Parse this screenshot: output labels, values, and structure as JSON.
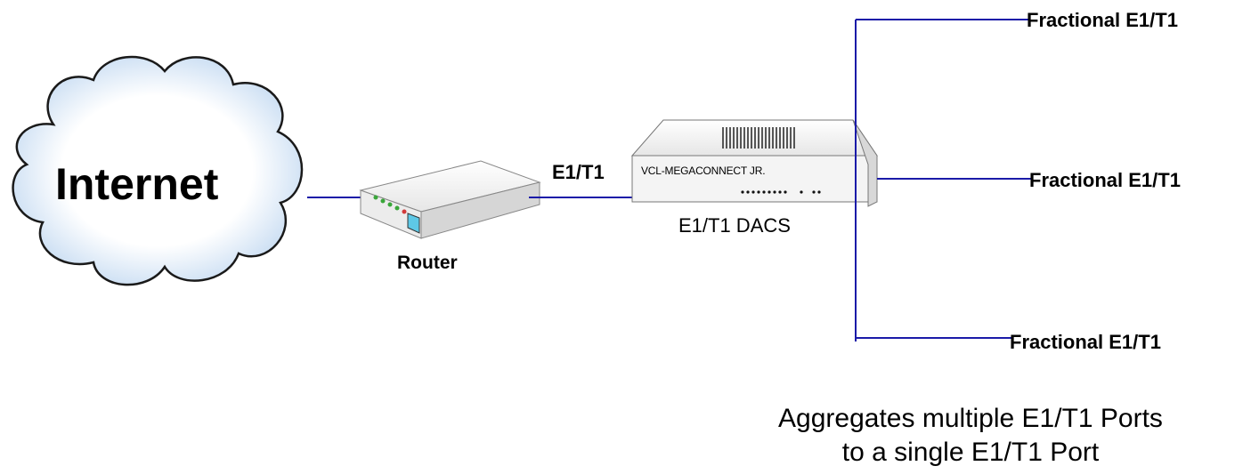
{
  "cloud": {
    "label": "Internet"
  },
  "router": {
    "label": "Router"
  },
  "uplink": {
    "label": "E1/T1"
  },
  "dacs": {
    "device_text": "VCL-MEGACONNECT JR.",
    "label": "E1/T1 DACS"
  },
  "outputs": [
    {
      "label": "Fractional E1/T1"
    },
    {
      "label": "Fractional E1/T1"
    },
    {
      "label": "Fractional E1/T1"
    }
  ],
  "caption": {
    "line1": "Aggregates multiple E1/T1 Ports",
    "line2": "to a single E1/T1 Port"
  },
  "colors": {
    "link": "#1a1aa8",
    "cloud_fill": "#cfe0f4",
    "screen": "#5ec8e6"
  }
}
